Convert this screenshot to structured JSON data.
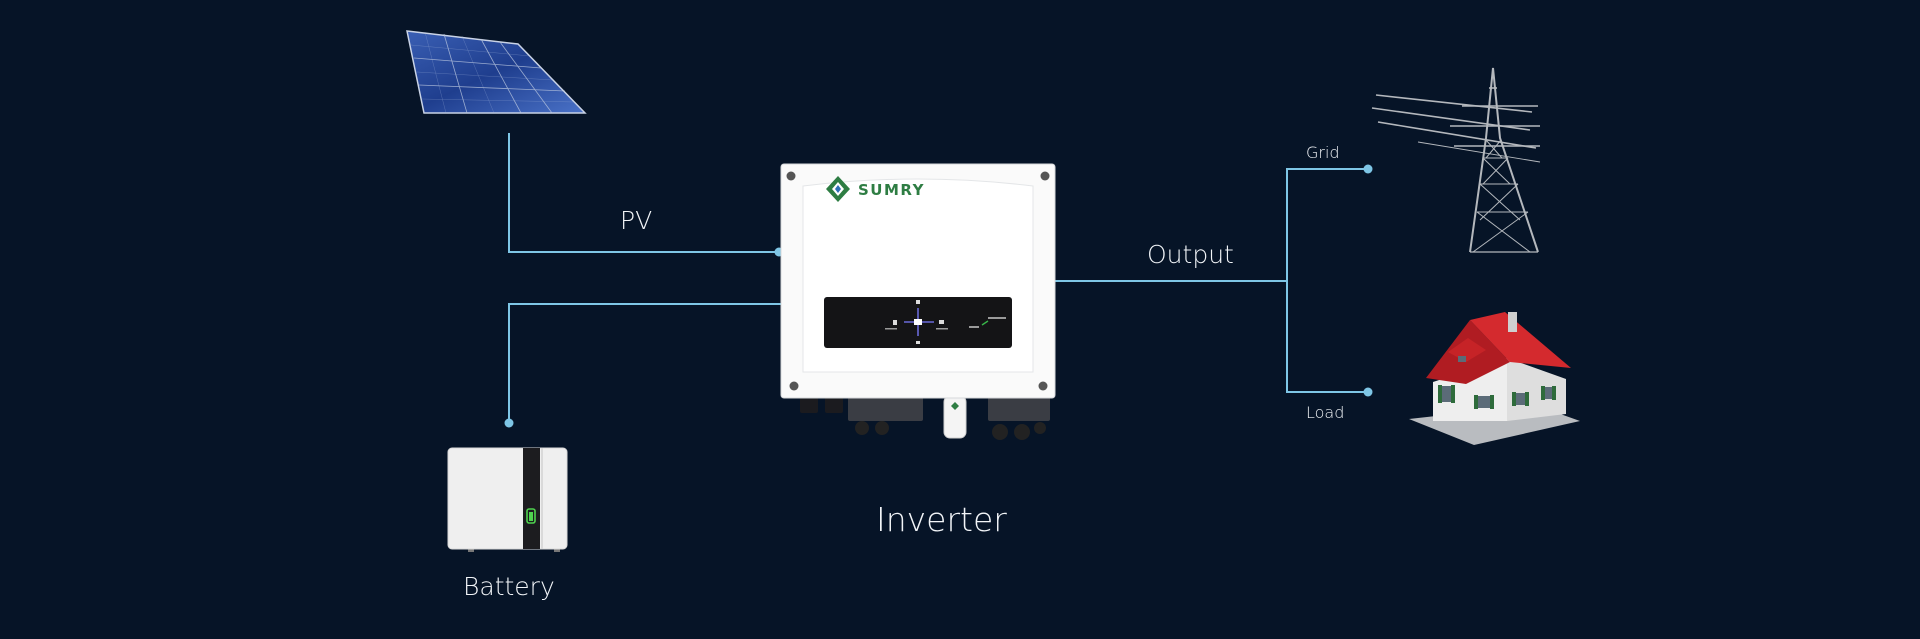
{
  "diagram": {
    "labels": {
      "pv": "PV",
      "output": "Output",
      "inverter": "Inverter",
      "battery": "Battery",
      "grid": "Grid",
      "load": "Load"
    },
    "brand": "SUMRY",
    "colors": {
      "background": "#061427",
      "connector": "#7ec6e6",
      "brand": "#2e7d43"
    },
    "icons": [
      "solar-panel-icon",
      "inverter-icon",
      "battery-icon",
      "power-tower-icon",
      "house-icon"
    ]
  }
}
